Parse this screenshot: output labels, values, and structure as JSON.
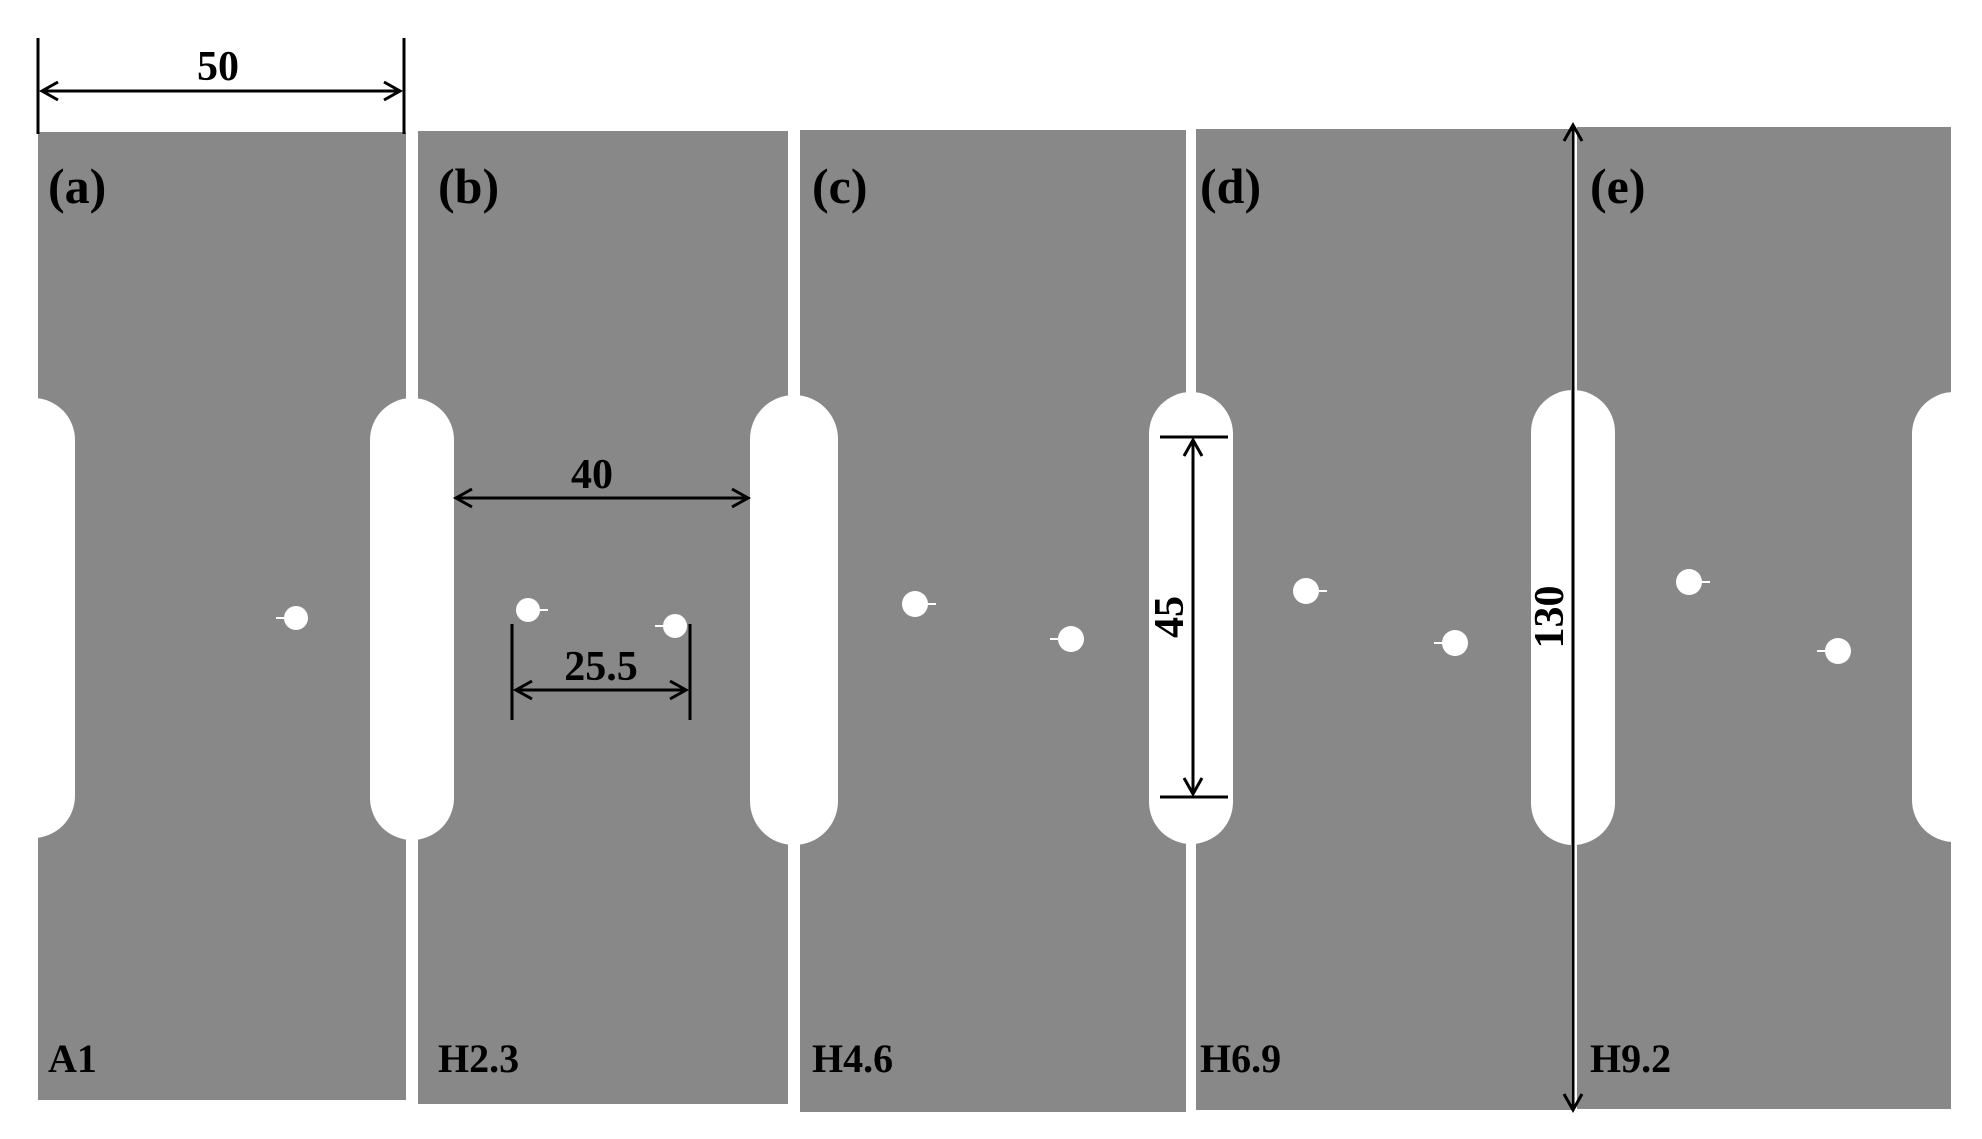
{
  "colors": {
    "specimen_fill": "#888888",
    "hole_fill": "#ffffff",
    "background": "#ffffff",
    "dimension_line": "#000000"
  },
  "panels": [
    {
      "panel_label": "(a)",
      "specimen_label": "A1"
    },
    {
      "panel_label": "(b)",
      "specimen_label": "H2.3"
    },
    {
      "panel_label": "(c)",
      "specimen_label": "H4.6"
    },
    {
      "panel_label": "(d)",
      "specimen_label": "H6.9"
    },
    {
      "panel_label": "(e)",
      "specimen_label": "H9.2"
    }
  ],
  "dimensions": {
    "width": "50",
    "gauge_width": "40",
    "hole_spacing": "25.5",
    "notch_length": "45",
    "total_length": "130"
  }
}
